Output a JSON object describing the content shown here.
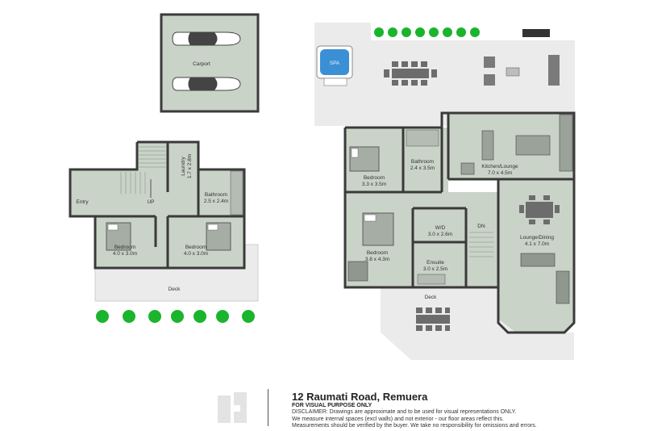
{
  "plan": {
    "rooms": {
      "carport": {
        "label": "Carport"
      },
      "laundry": {
        "name": "Laundry",
        "size": "1.7 x 2.8m"
      },
      "entry": {
        "label": "Entry"
      },
      "up": {
        "label": "UP"
      },
      "bathroom_left": {
        "name": "Bathroom",
        "size": "2.5 x 2.4m"
      },
      "bedroom_left_1": {
        "name": "Bedroom",
        "size": "4.0 x 3.0m"
      },
      "bedroom_left_2": {
        "name": "Bedroom",
        "size": "4.0 x 3.0m"
      },
      "deck_left": {
        "label": "Deck"
      },
      "spa": {
        "label": "SPA"
      },
      "bedroom_main": {
        "name": "Bedroom",
        "size": "3.3 x 3.5m"
      },
      "bathroom_main": {
        "name": "Bathroom",
        "size": "2.4 x 3.5m"
      },
      "kitchen": {
        "name": "Kitchen/Lounge",
        "size": "7.0 x 4.5m"
      },
      "dn": {
        "label": "DN"
      },
      "wd": {
        "name": "W/D",
        "size": "3.0 x 2.6m"
      },
      "bedroom_master": {
        "name": "Bedroom",
        "size": "3.8 x 4.3m"
      },
      "ensuite": {
        "name": "Ensuite",
        "size": "3.0 x 2.5m"
      },
      "lounge_dining": {
        "name": "Lounge/Dining",
        "size": "4.1 x 7.0m"
      },
      "deck_right": {
        "label": "Deck"
      }
    }
  },
  "footer": {
    "address": "12 Raumati Road, Remuera",
    "purpose": "FOR VISUAL PURPOSE ONLY",
    "disclaimer_lines": [
      "DISCLAIMER: Drawings are approximate and to be used for visual representations ONLY.",
      "We measure internal spaces (excl walls) and not exterior - our floor areas reflect this.",
      "Measurements should be verified by the buyer. We take no responsibility for omissions and errors."
    ]
  },
  "colors": {
    "room_fill": "#c9d3c7",
    "outdoor_fill": "#ebebeb",
    "wall": "#3a3a3a",
    "tree": "#1ab52c",
    "text": "#222222"
  }
}
